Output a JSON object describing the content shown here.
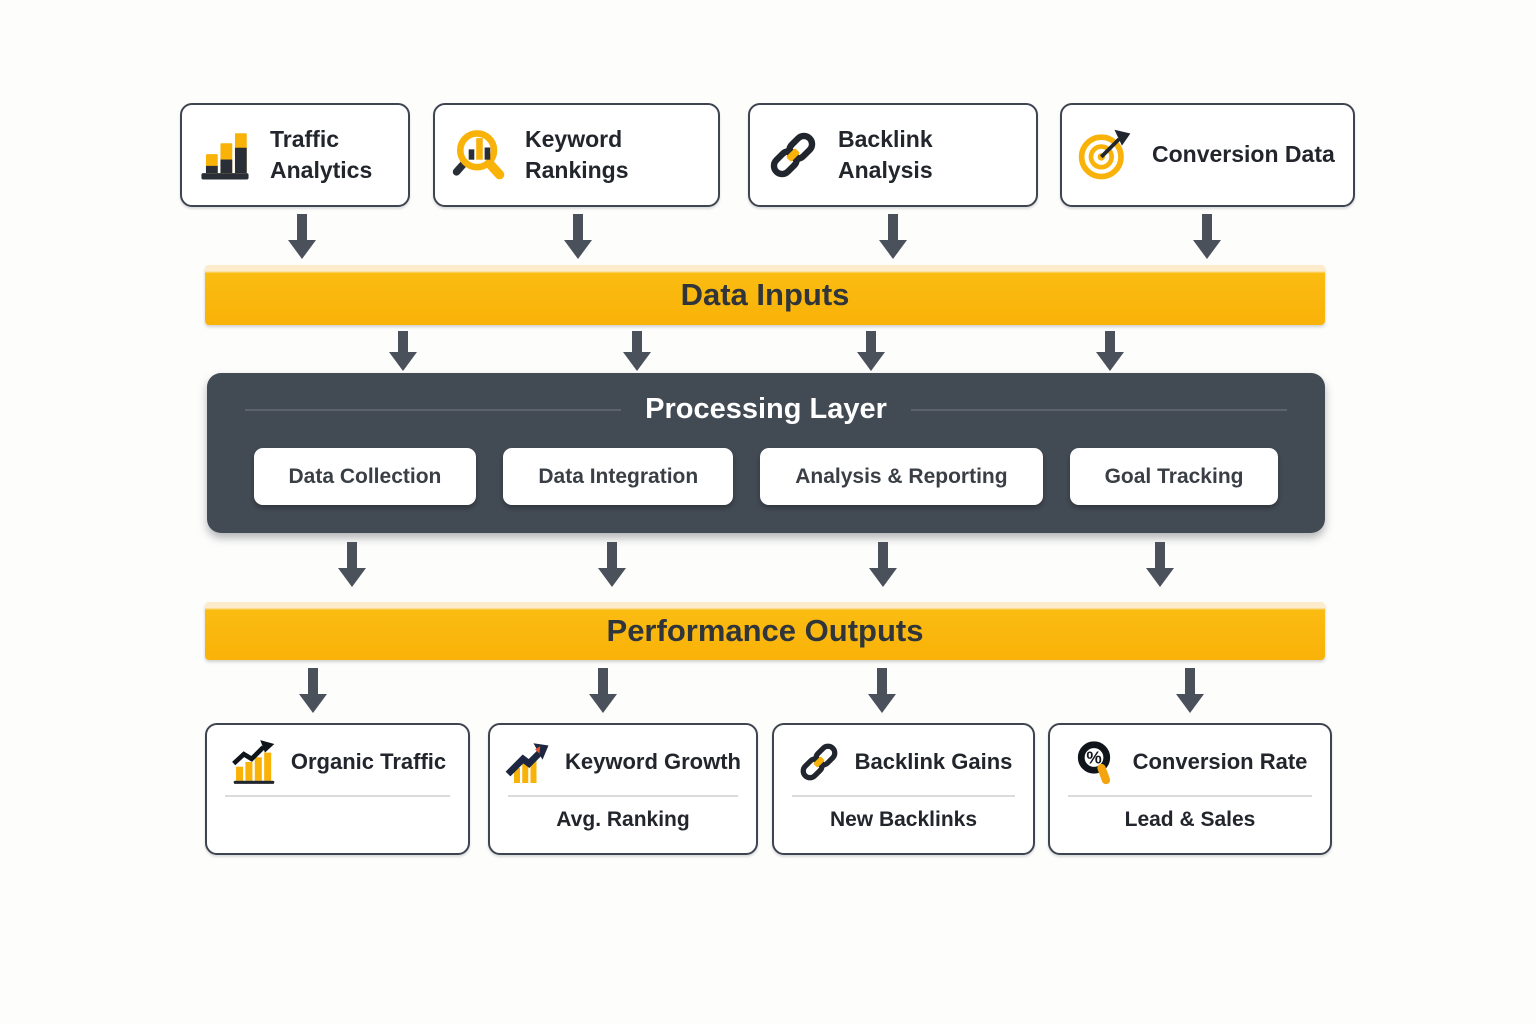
{
  "page": {
    "background": "#fdfdfc"
  },
  "colors": {
    "accent_yellow": "#f9b208",
    "banner_highlight": "#fdeccb",
    "banner_text": "#2f353b",
    "processing_background": "#424a54",
    "processing_title_text": "#ffffff",
    "arrow_gray": "#4a515b",
    "card_border": "#3e4550",
    "text_dark": "#22262c",
    "icon_dark": "#21262e",
    "icon_navy": "#1d2742"
  },
  "inputs": [
    {
      "label": "Traffic Analytics",
      "icon": "bar-chart-icon"
    },
    {
      "label": "Keyword Rankings",
      "icon": "magnifier-bars-icon"
    },
    {
      "label": "Backlink Analysis",
      "icon": "chain-link-icon"
    },
    {
      "label": "Conversion Data",
      "icon": "target-dart-icon"
    }
  ],
  "data_inputs_banner": {
    "label": "Data Inputs"
  },
  "processing_layer": {
    "title": "Processing Layer",
    "steps": [
      {
        "label": "Data Collection"
      },
      {
        "label": "Data Integration"
      },
      {
        "label": "Analysis & Reporting"
      },
      {
        "label": "Goal Tracking"
      }
    ]
  },
  "performance_outputs_banner": {
    "label": "Performance Outputs"
  },
  "outputs": [
    {
      "label": "Organic Traffic",
      "sublabel": "",
      "icon": "trend-bars-icon"
    },
    {
      "label": "Keyword Growth",
      "sublabel": "Avg. Ranking",
      "icon": "growth-arrow-icon"
    },
    {
      "label": "Backlink Gains",
      "sublabel": "New Backlinks",
      "icon": "chain-link-icon"
    },
    {
      "label": "Conversion Rate",
      "sublabel": "Lead & Sales",
      "icon": "percent-lens-icon"
    }
  ]
}
